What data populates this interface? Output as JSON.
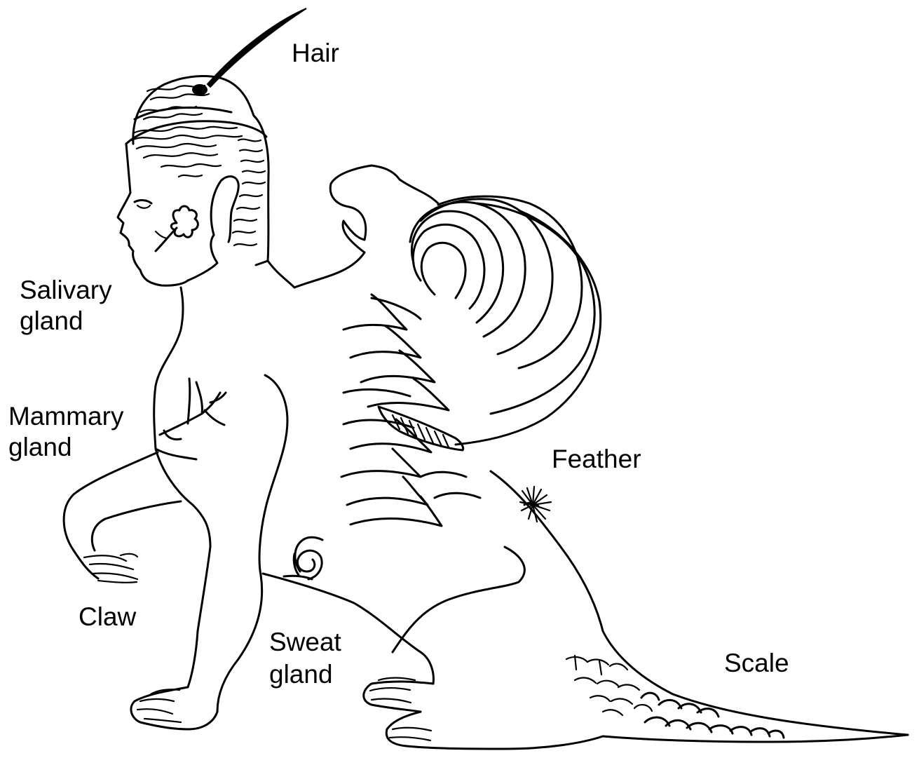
{
  "figure": {
    "labels": {
      "hair": "Hair",
      "salivary_1": "Salivary",
      "salivary_2": "gland",
      "mammary_1": "Mammary",
      "mammary_2": "gland",
      "feather": "Feather",
      "claw": "Claw",
      "sweat_1": "Sweat",
      "sweat_2": "gland",
      "scale": "Scale"
    },
    "colors": {
      "ink": "#000000",
      "background": "#ffffff"
    }
  }
}
